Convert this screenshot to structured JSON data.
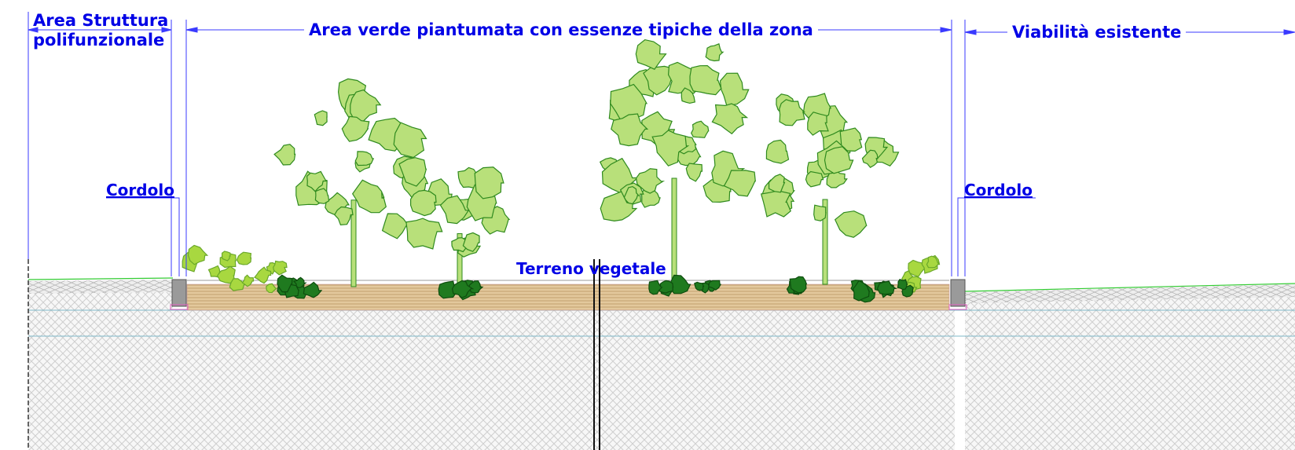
{
  "labels": {
    "area_struttura_line1": "Area Struttura",
    "area_struttura_line2": "polifunzionale",
    "area_verde": "Area verde piantumata con essenze tipiche della zona",
    "viabilita": "Viabilità esistente",
    "cordolo_left": "Cordolo",
    "cordolo_right": "Cordolo",
    "terreno": "Terreno vegetale"
  },
  "colors": {
    "annotation_blue": "#0000e6",
    "dimension_blue": "#3a3aff",
    "foliage_light": "#b8e07a",
    "foliage_outline": "#2f8a1e",
    "shrub_dark": "#1f7a1f",
    "shrub_bright": "#a8d840",
    "topsoil": "#d8b98a",
    "ground_hatch": "#c8c8c8",
    "curb": "#9a9a9a"
  }
}
